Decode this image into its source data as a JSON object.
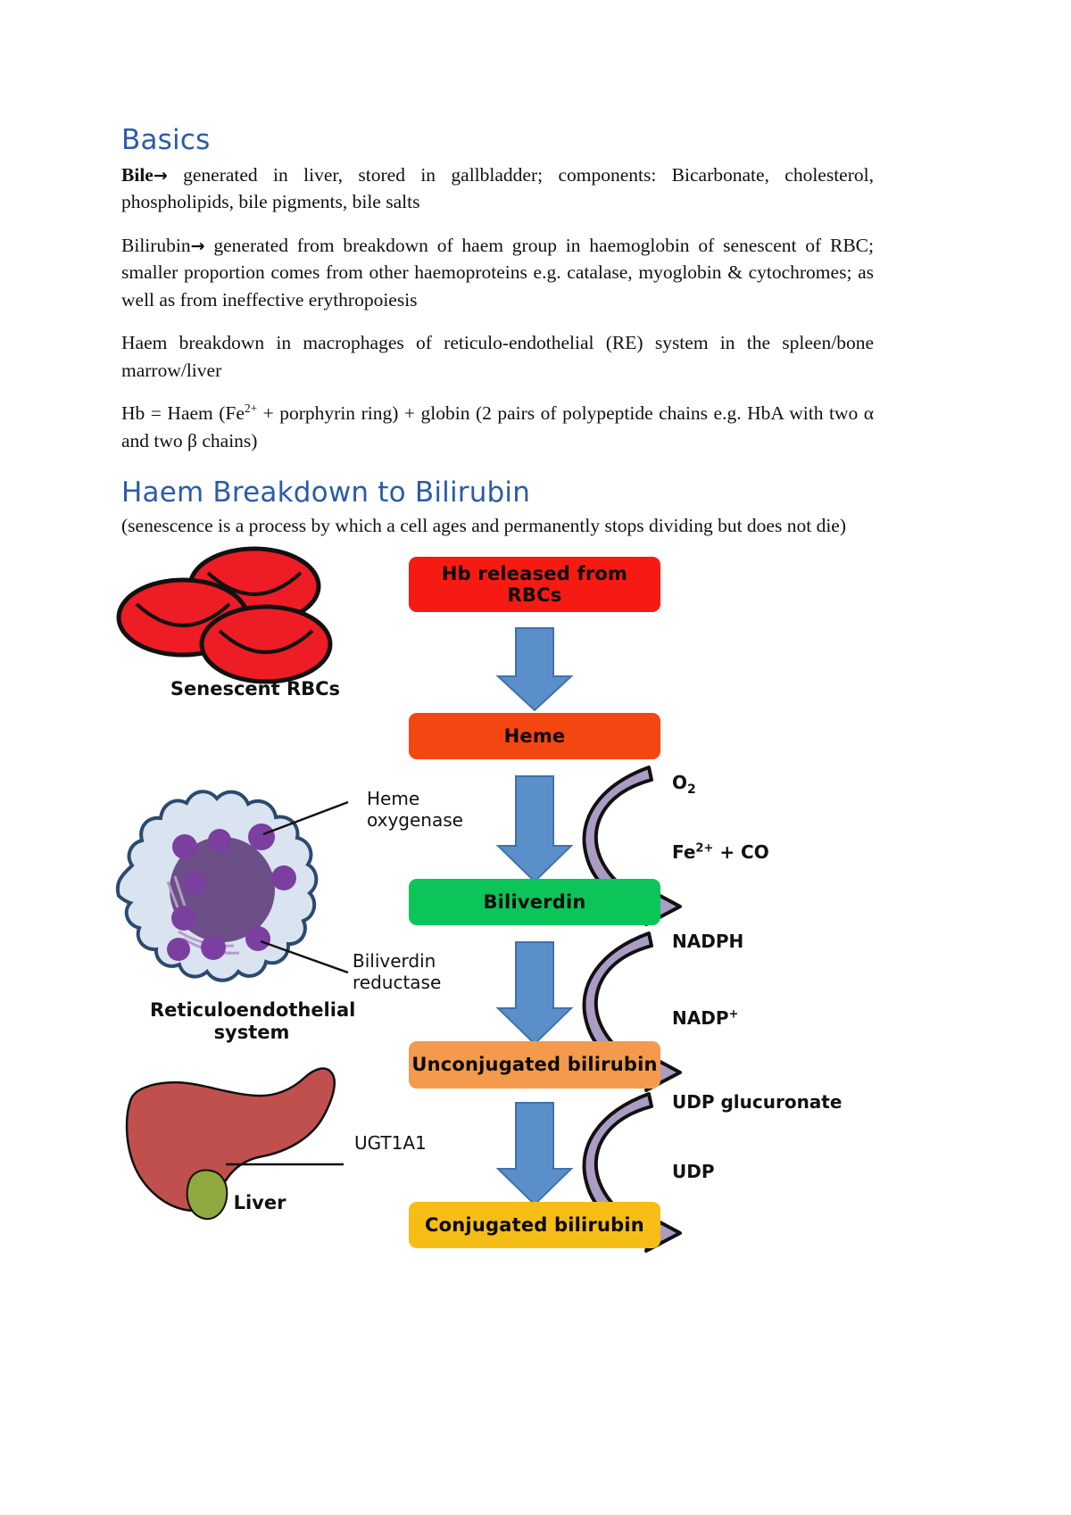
{
  "document": {
    "sections": [
      {
        "heading": "Basics",
        "paragraphs": [
          "Bile  generated in liver, stored in gallbladder; components: Bicarbonate, cholesterol, phospholipids, bile pigments, bile salts",
          "Bilirubin  generated from breakdown of haem group in haemoglobin of senescent of RBC; smaller proportion comes from other haemoproteins e.g. catalase, myoglobin & cytochromes; as well as from ineffective erythropoiesis",
          "Haem breakdown in macrophages of reticulo-endothelial (RE) system in the spleen/bone marrow/liver",
          "Hb = Haem (Fe2+ + porphyrin ring) + globin (2 pairs of polypeptide chains e.g. HbA with two α and two β chains)"
        ]
      },
      {
        "heading": "Haem Breakdown to Bilirubin",
        "paragraphs": [
          "(senescence is a process by which a cell ages and permanently stops dividing but does not die)"
        ]
      }
    ],
    "para1": {
      "lead": "Bile",
      "arrow": "→",
      "rest": " generated in liver, stored in gallbladder; components: Bicarbonate, cholesterol, phospholipids, bile pigments, bile salts"
    },
    "para2": {
      "lead": "Bilirubin",
      "arrow": "→",
      "rest": " generated from breakdown of haem group in haemoglobin of senescent of RBC; smaller proportion comes from other haemoproteins e.g. catalase, myoglobin & cytochromes; as well as from ineffective erythropoiesis"
    },
    "para3": "Haem breakdown in macrophages of reticulo-endothelial (RE) system in the spleen/bone marrow/liver",
    "para4": {
      "part1": "Hb = Haem (Fe",
      "sup1": "2+",
      "part2": " + porphyrin ring) + globin (2 pairs of polypeptide chains e.g. HbA with two α and two β chains)"
    },
    "para5": "(senescence is a process by which a cell ages and permanently stops dividing but does not die)"
  },
  "diagram": {
    "title": "Haem breakdown to bilirubin pathway",
    "boxes": [
      {
        "id": "hb",
        "label": "Hb released from\nRBCs",
        "color": "#f51b12"
      },
      {
        "id": "heme",
        "label": "Heme",
        "color": "#f44611"
      },
      {
        "id": "biliverdin",
        "label": "Biliverdin",
        "color": "#0cc559"
      },
      {
        "id": "unconjugated",
        "label": "Unconjugated bilirubin",
        "color": "#f49a4c"
      },
      {
        "id": "conjugated",
        "label": "Conjugated bilirubin",
        "color": "#f6bd16"
      }
    ],
    "enzymes": [
      {
        "id": "heme-oxygenase",
        "label": "Heme\noxygenase"
      },
      {
        "id": "biliverdin-reductase",
        "label": "Biliverdin\nreductase"
      },
      {
        "id": "ugt1a1",
        "label": "UGT1A1"
      }
    ],
    "cofactors": [
      {
        "id": "o2",
        "in": "O",
        "in_sub": "2",
        "out": "Fe",
        "out_sup": "2+",
        "out_rest": " + CO"
      },
      {
        "id": "nadph",
        "in": "NADPH",
        "out": "NADP",
        "out_sup": "+",
        "out_rest": ""
      },
      {
        "id": "udp",
        "in": "UDP glucuronate",
        "out": "UDP",
        "out_sup": "",
        "out_rest": ""
      }
    ],
    "figure_labels": [
      {
        "id": "senescent-rbcs",
        "label": "Senescent RBCs"
      },
      {
        "id": "res",
        "label": "Reticuloendothelial\nsystem"
      },
      {
        "id": "liver",
        "label": "Liver"
      }
    ],
    "colors": {
      "arrow_blue": "#5b8fc9",
      "arrow_blue_dark": "#3f72ad",
      "cofactor_purple": "#ab9cc4",
      "rbc_red": "#ee1c25",
      "macrophage_fill": "#dae3f0",
      "macrophage_outline": "#2b4a6f",
      "granule_purple": "#7b3fa0",
      "nucleus_purple": "#6b4f86",
      "liver_red": "#c0504d",
      "gallbladder_green": "#8fa83f"
    }
  }
}
